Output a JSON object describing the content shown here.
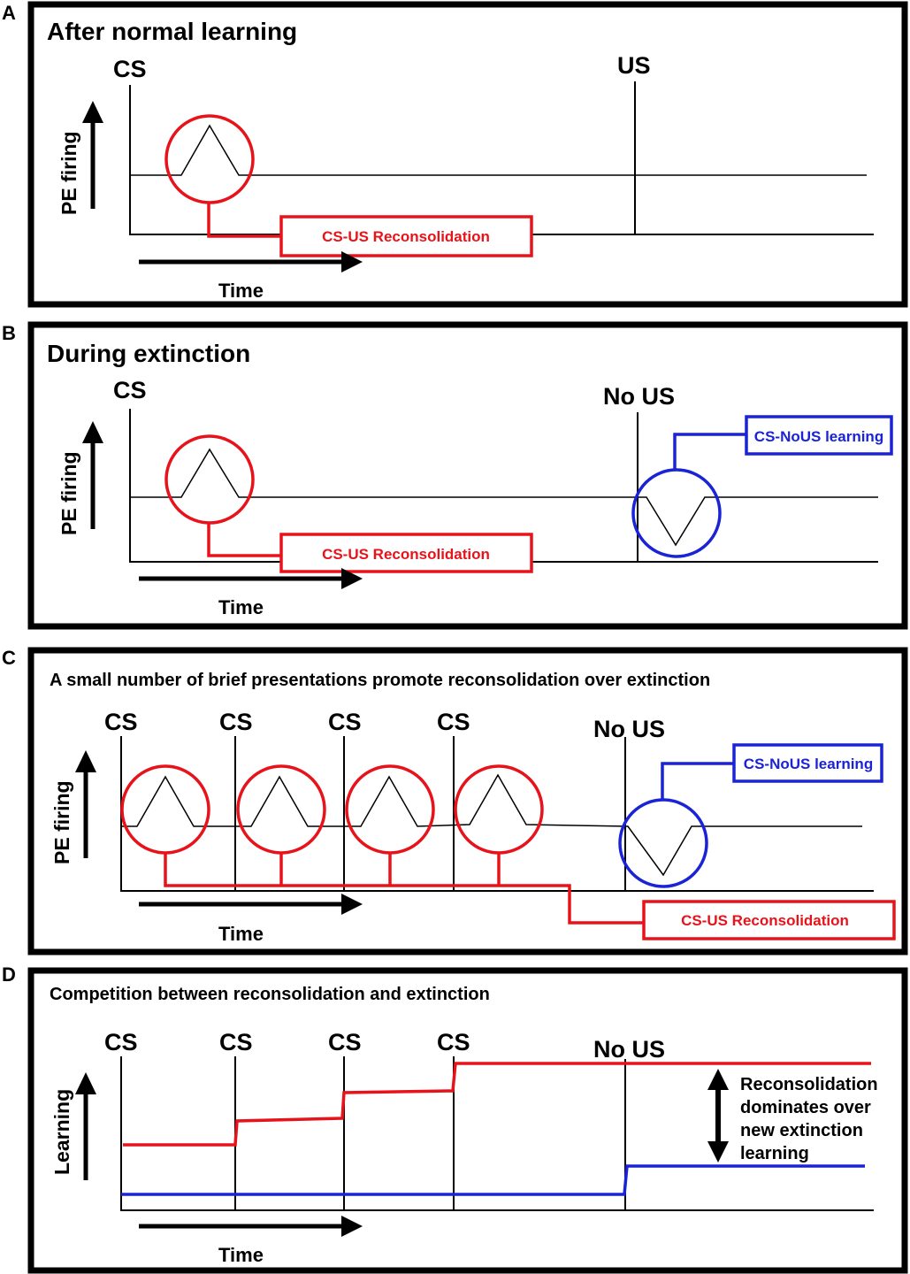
{
  "panels": {
    "a": {
      "letter": "A",
      "title": "After normal learning",
      "cs_label": "CS",
      "us_label": "US",
      "y_label": "PE firing",
      "x_label": "Time",
      "red_box": "CS-US Reconsolidation"
    },
    "b": {
      "letter": "B",
      "title": "During extinction",
      "cs_label": "CS",
      "us_label": "No US",
      "y_label": "PE firing",
      "x_label": "Time",
      "red_box": "CS-US Reconsolidation",
      "blue_box": "CS-NoUS learning"
    },
    "c": {
      "letter": "C",
      "title": "A small number of brief presentations promote reconsolidation over extinction",
      "cs_labels": [
        "CS",
        "CS",
        "CS",
        "CS"
      ],
      "us_label": "No US",
      "y_label": "PE firing",
      "x_label": "Time",
      "blue_box": "CS-NoUS learning",
      "red_box": "CS-US Reconsolidation"
    },
    "d": {
      "letter": "D",
      "title": "Competition between reconsolidation and extinction",
      "cs_labels": [
        "CS",
        "CS",
        "CS",
        "CS"
      ],
      "us_label": "No US",
      "y_label": "Learning",
      "x_label": "Time",
      "note_lines": [
        "Reconsolidation",
        "dominates over",
        "new extinction",
        "learning"
      ]
    }
  },
  "colors": {
    "red": "#e8131a",
    "blue": "#1a23d6",
    "black": "#000000"
  }
}
